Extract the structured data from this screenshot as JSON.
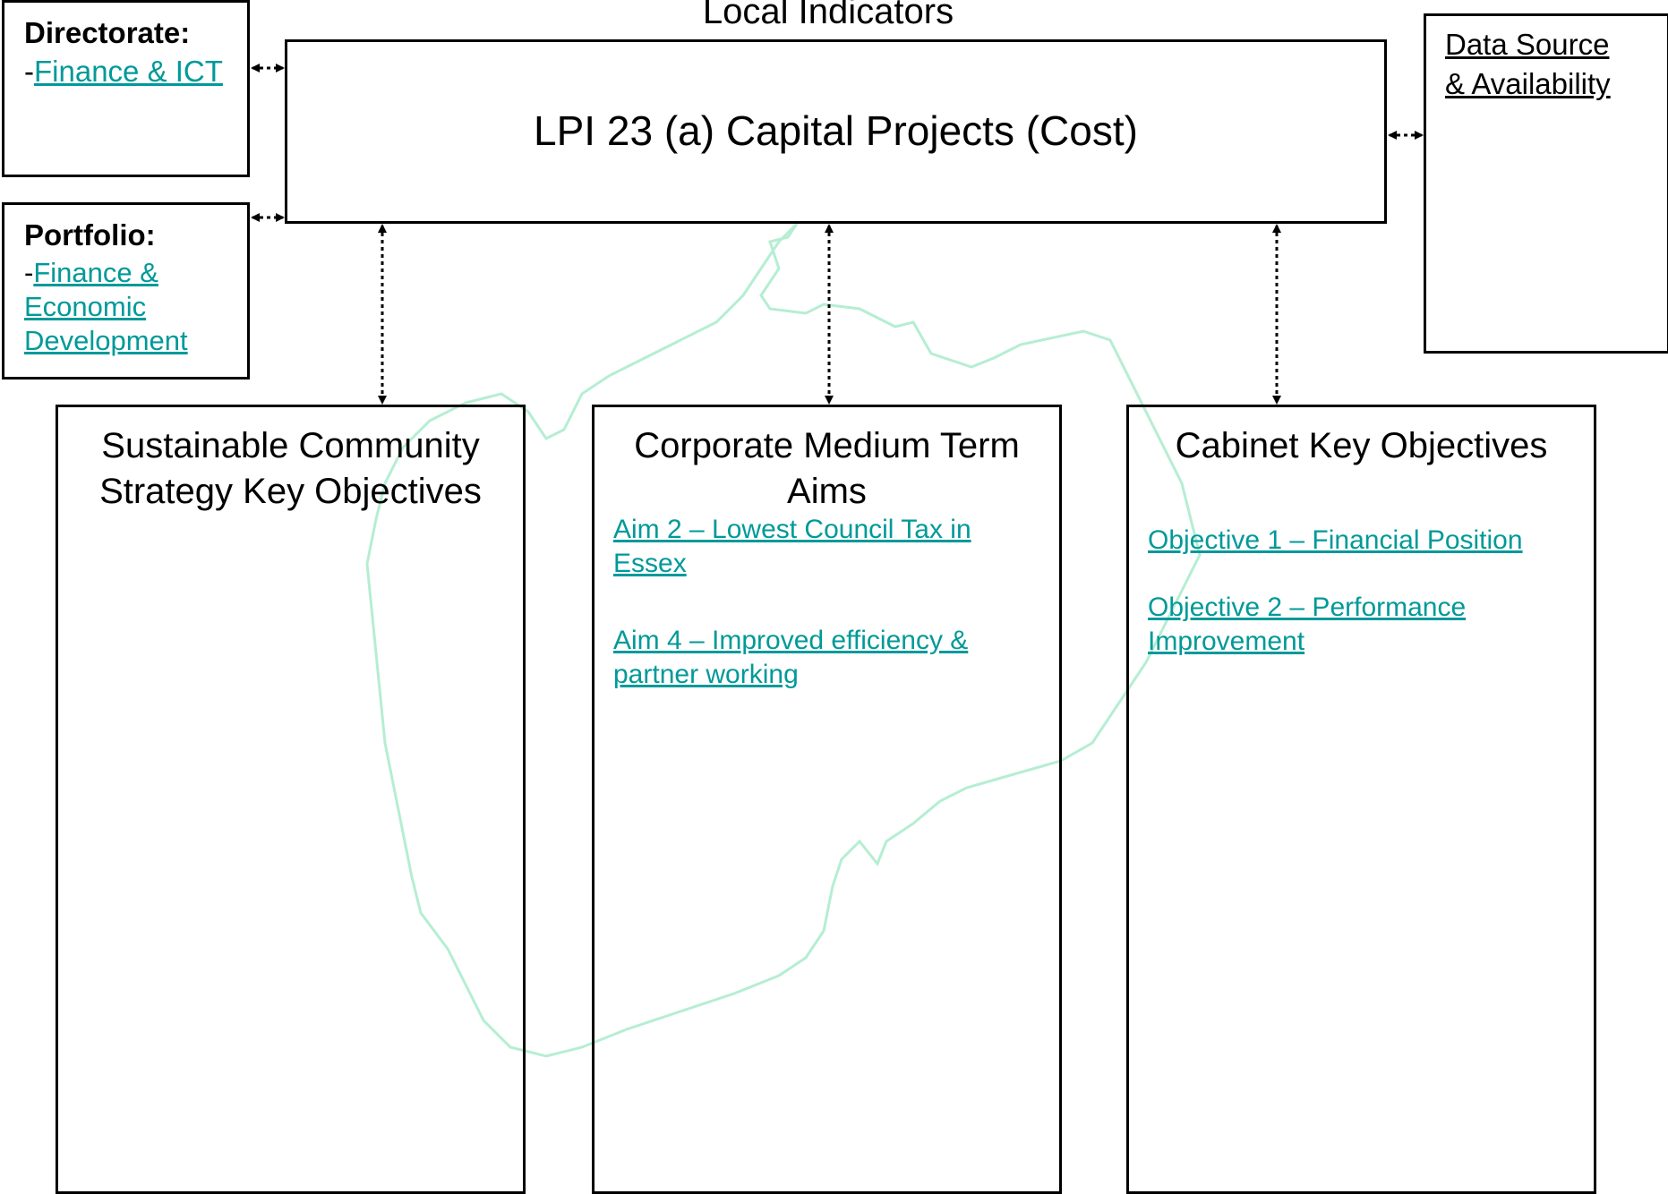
{
  "page_title": "Local Indicators",
  "indicator": {
    "title": "LPI 23 (a) Capital Projects (Cost)"
  },
  "directorate": {
    "heading": "Directorate:",
    "prefix": "-",
    "link": "Finance & ICT"
  },
  "portfolio": {
    "heading": "Portfolio:",
    "prefix": "-",
    "link_line1": "Finance &",
    "link_line2": "Economic",
    "link_line3": "Development"
  },
  "data_source": {
    "line1": "Data Source",
    "line2": "& Availability"
  },
  "columns": {
    "community": {
      "title_line1": "Sustainable Community",
      "title_line2": "Strategy Key Objectives"
    },
    "corporate": {
      "title_line1": "Corporate Medium Term",
      "title_line2": "Aims",
      "aim2_line1": "Aim 2 – Lowest Council Tax in",
      "aim2_line2": "Essex",
      "aim4_line1": "Aim 4 – Improved efficiency &",
      "aim4_line2": "partner working"
    },
    "cabinet": {
      "title": "Cabinet Key Objectives",
      "obj1": "Objective 1 – Financial Position",
      "obj2_line1": "Objective 2 – Performance",
      "obj2_line2": "Improvement"
    }
  },
  "colors": {
    "link": "#009999",
    "border": "#000000",
    "map_outline": "#7ee0b4"
  }
}
